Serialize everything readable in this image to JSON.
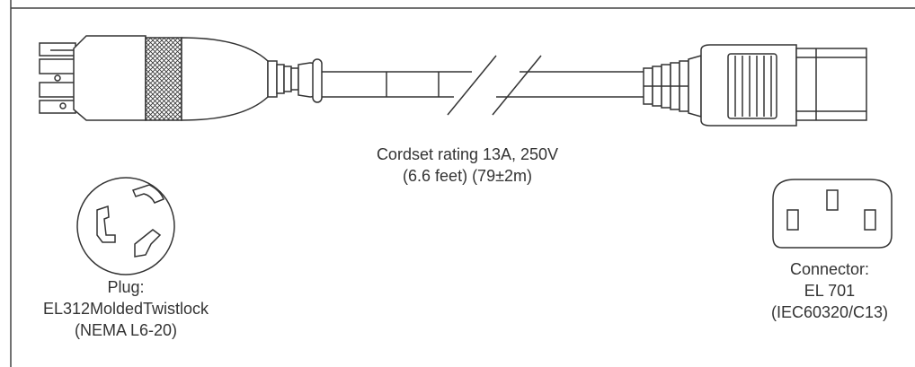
{
  "cordset": {
    "rating": "Cordset rating 13A, 250V",
    "length": "(6.6 feet) (79±2m)"
  },
  "plug": {
    "title": "Plug:",
    "model": "EL312MoldedTwistlock",
    "standard": "(NEMA L6-20)"
  },
  "connector": {
    "title": "Connector:",
    "model": "EL 701",
    "standard": "(IEC60320/C13)"
  },
  "colors": {
    "line": "#333333",
    "background": "#ffffff"
  }
}
